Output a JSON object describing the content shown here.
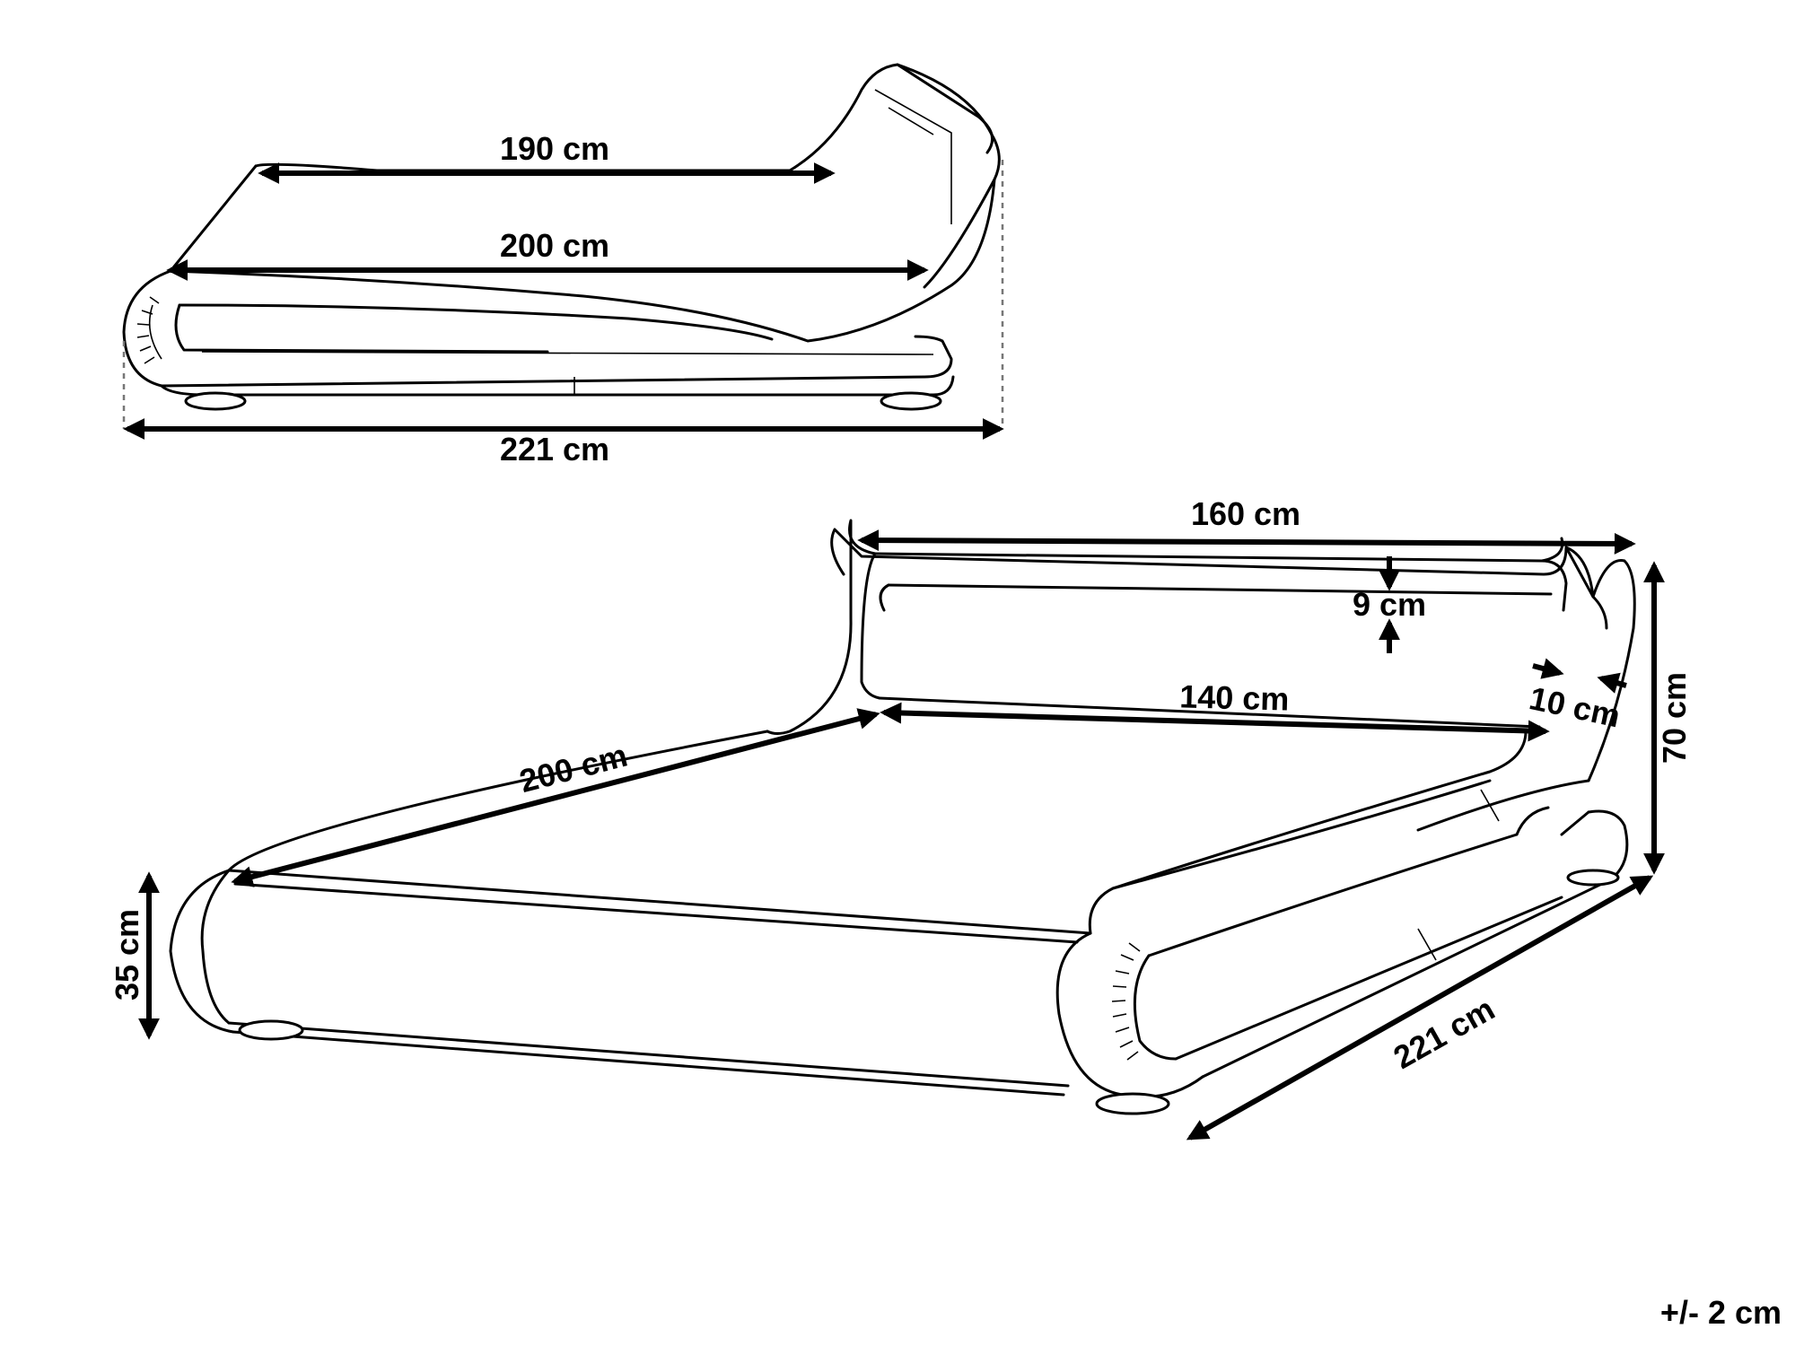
{
  "side_view": {
    "inner_length": "190 cm",
    "mattress_length": "200 cm",
    "total_length": "221 cm"
  },
  "perspective_view": {
    "headboard_width": "160 cm",
    "headboard_slot": "9 cm",
    "inner_width": "140 cm",
    "frame_thickness": "10 cm",
    "height": "70 cm",
    "mattress_length": "200 cm",
    "side_height": "35 cm",
    "total_length": "221 cm"
  },
  "tolerance": "+/- 2 cm",
  "colors": {
    "ink": "#000000",
    "background": "#ffffff",
    "guide": "#777777"
  }
}
